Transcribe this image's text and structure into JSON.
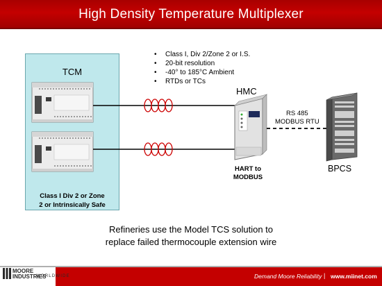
{
  "slide": {
    "title": "High Density Temperature Multiplexer",
    "bullets": [
      "Class I, Div 2/Zone 2 or I.S.",
      "20-bit resolution",
      "-40° to 185°C Ambient",
      "RTDs or TCs"
    ],
    "tcm_label": "TCM",
    "hmc_label": "HMC",
    "rs485_line1": "RS 485",
    "rs485_line2": "MODBUS RTU",
    "hart_line1": "HART to",
    "hart_line2": "MODBUS",
    "bpcs_label": "BPCS",
    "panel_caption_line1": "Class I Div 2 or Zone",
    "panel_caption_line2": "2 or Intrinsically Safe",
    "footnote_line1": "Refineries use the Model TCS solution to",
    "footnote_line2": "replace failed thermocouple extension wire"
  },
  "footer": {
    "logo_line1": "MOORE",
    "logo_line2": "INDUSTRIES",
    "logo_sub": "WORLDWIDE",
    "tagline": "Demand Moore Reliability",
    "separator": "|",
    "url": "www.miinet.com"
  },
  "colors": {
    "title_bar": "#c40000",
    "panel_fill": "#bfe8ec",
    "coil": "#cc0000",
    "footer_bar": "#c40000"
  }
}
